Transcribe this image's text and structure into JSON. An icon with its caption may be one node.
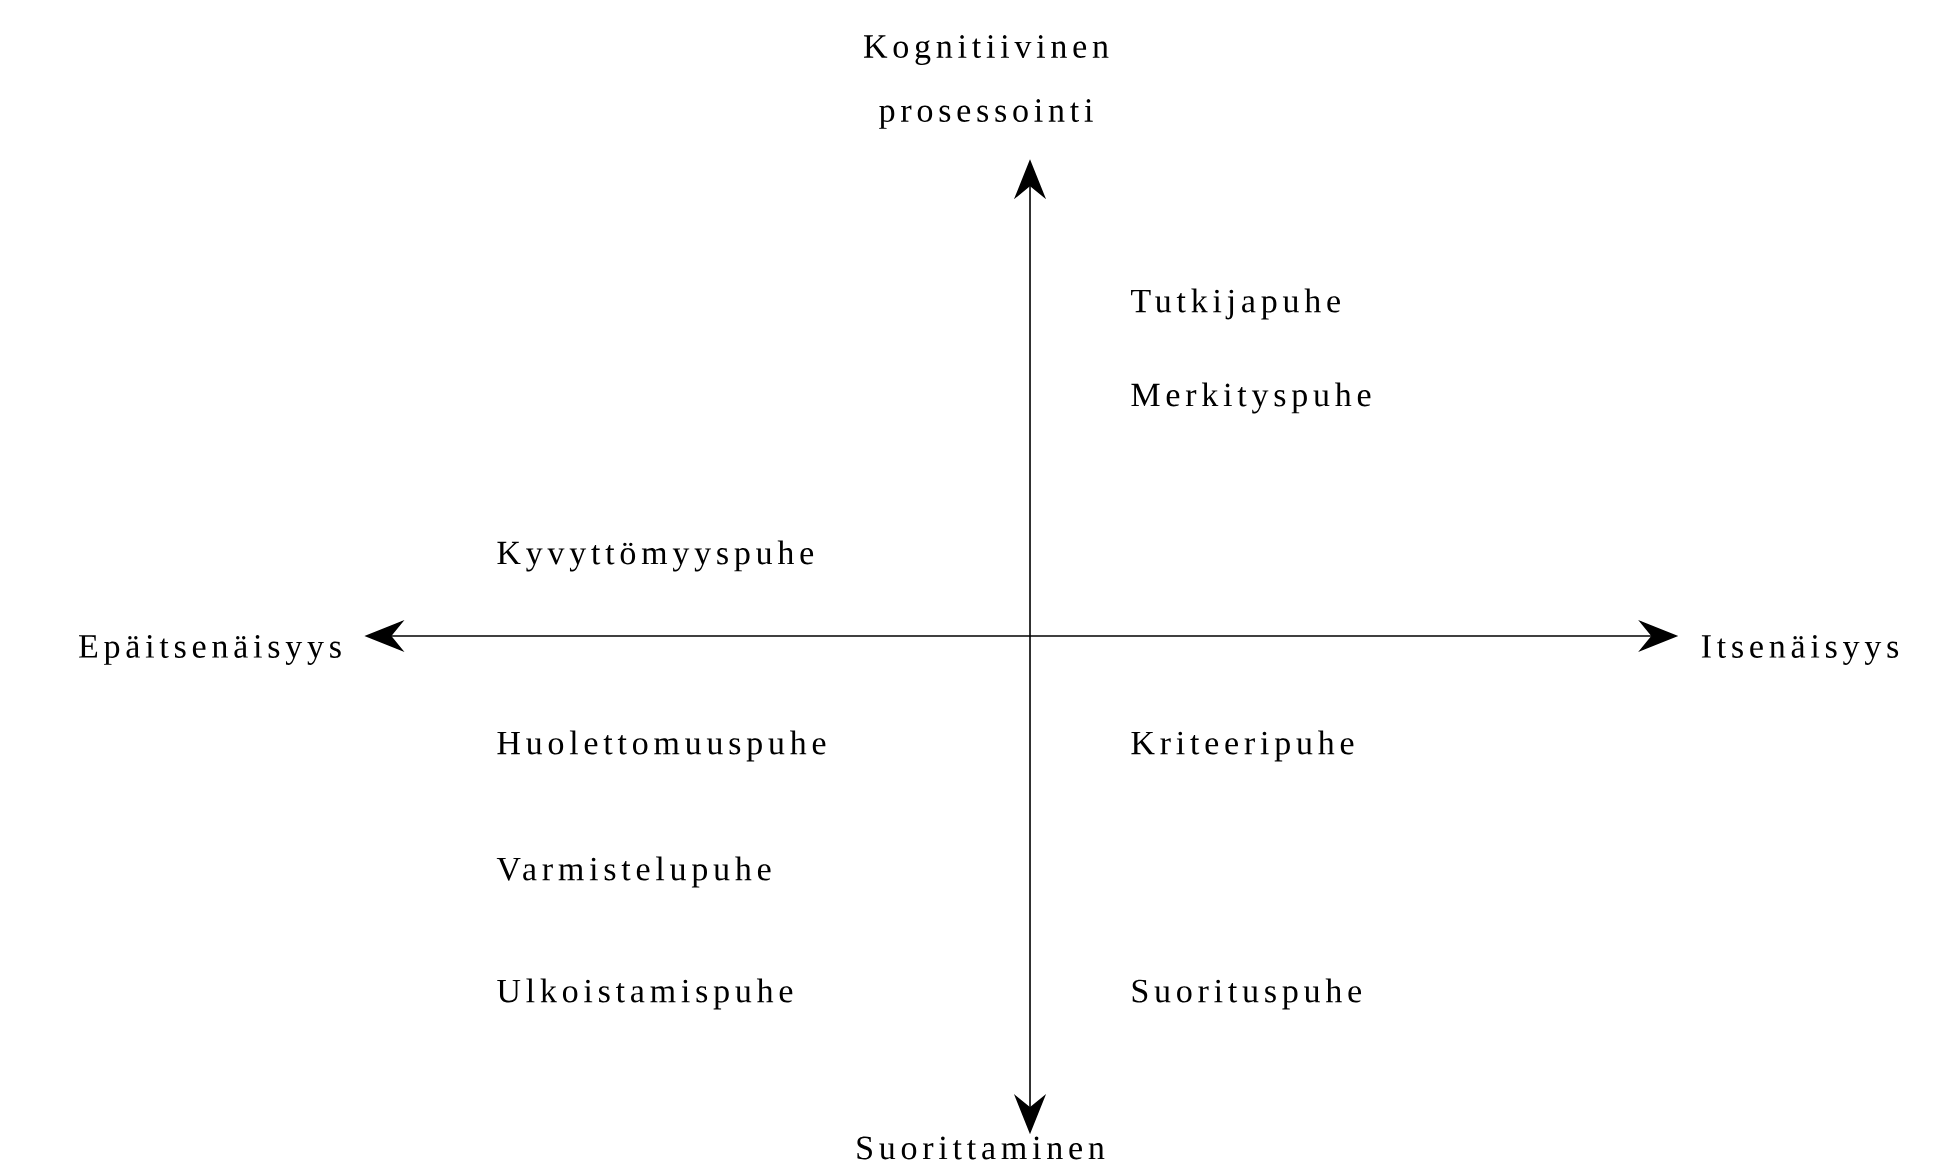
{
  "diagram": {
    "nodes": [
      {
        "text": [
          "Kognitiivinen prosessointi"
        ]
      },
      {
        "text": [
          "Epäitsenäisyys"
        ]
      },
      {
        "text": [
          "Itsenäisyys"
        ]
      },
      {
        "text": [
          "Suorittaminen"
        ]
      }
    ],
    "edges": [
      {
        "from": 1,
        "to": 2,
        "arrow": "both"
      },
      {
        "from": 0,
        "to": 3,
        "arrow": "both"
      }
    ],
    "labels": [
      "Tutkijapuhe",
      "Merkityspuhe",
      "Kyvyttömyyspuhe",
      "Huolettomuuspuhe",
      "Kriteeripuhe",
      "Varmistelupuhe",
      "Ulkoistamispuhe",
      "Suorituspuhe"
    ]
  }
}
